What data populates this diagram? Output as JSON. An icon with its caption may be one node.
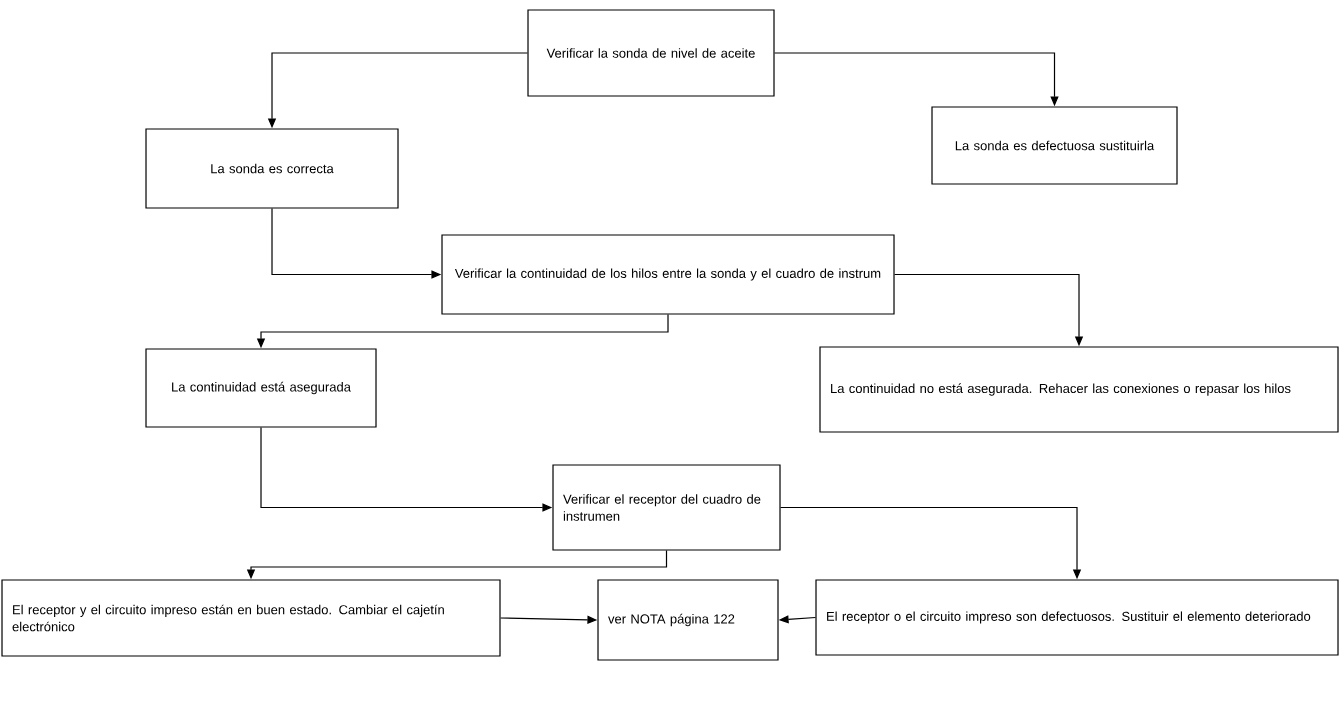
{
  "diagram": {
    "nodes": [
      {
        "text": [
          "Verificar la sonda de nivel de aceite"
        ]
      },
      {
        "text": [
          "La sonda es correcta"
        ]
      },
      {
        "text": [
          "La sonda es defectuosa sustituirla"
        ]
      },
      {
        "text": [
          "Verificar la continuidad de los hilos entre la sonda y el cuadro de instrum"
        ]
      },
      {
        "text": [
          "La continuidad no está asegurada. Rehacer las conexiones o repasar los hilos"
        ]
      },
      {
        "text": [
          "La continuidad está asegurada"
        ]
      },
      {
        "text": [
          "Verificar el receptor del cuadro de instrumen"
        ]
      },
      {
        "text": [
          "El receptor y el circuito impreso están en buen estado. Cambiar el cajetín electrónico"
        ]
      },
      {
        "text": [
          "ver NOTA página 122"
        ]
      },
      {
        "text": [
          "El receptor o el circuito impreso son defectuosos. Sustituir el elemento deteriorado"
        ]
      }
    ],
    "edges": [
      {
        "from": 0,
        "to": 1,
        "arrow": "to"
      },
      {
        "from": 0,
        "to": 2,
        "arrow": "to"
      },
      {
        "from": 1,
        "to": 3,
        "arrow": "to"
      },
      {
        "from": 3,
        "to": 4,
        "arrow": "to"
      },
      {
        "from": 3,
        "to": 5,
        "arrow": "to"
      },
      {
        "from": 5,
        "to": 6,
        "arrow": "to"
      },
      {
        "from": 6,
        "to": 7,
        "arrow": "to"
      },
      {
        "from": 6,
        "to": 9,
        "arrow": "to"
      },
      {
        "from": 7,
        "to": 8,
        "arrow": "to"
      },
      {
        "from": 9,
        "to": 8,
        "arrow": "to"
      }
    ]
  }
}
